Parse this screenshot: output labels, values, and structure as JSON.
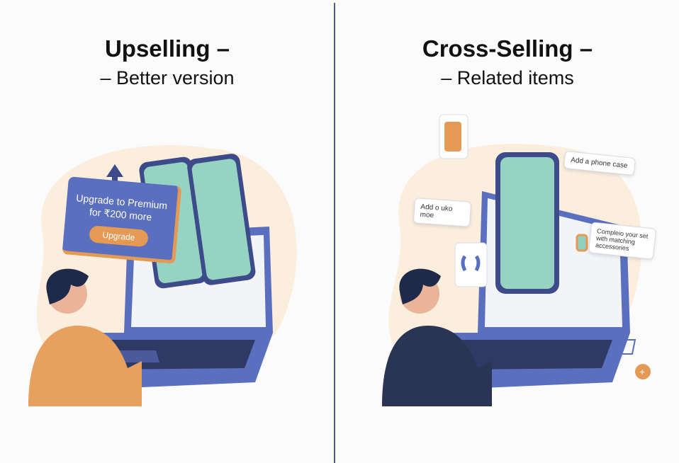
{
  "left": {
    "title": "Upselling –",
    "subtitle": "– Better version",
    "promo": {
      "text_line1": "Upgrade to Premium",
      "text_line2": "for ₹200 more",
      "button": "Upgrade"
    }
  },
  "right": {
    "title": "Cross-Selling –",
    "subtitle": "– Related items",
    "cards": {
      "phone_case": "Add a phone case",
      "add_more": "Add o uko moe",
      "complete_set": "Compleio your set with matching accessories"
    }
  },
  "colors": {
    "accent_blue": "#5a6fbd",
    "accent_orange": "#e49a55",
    "screen_teal": "#96d3c2",
    "navy": "#2a3556"
  }
}
